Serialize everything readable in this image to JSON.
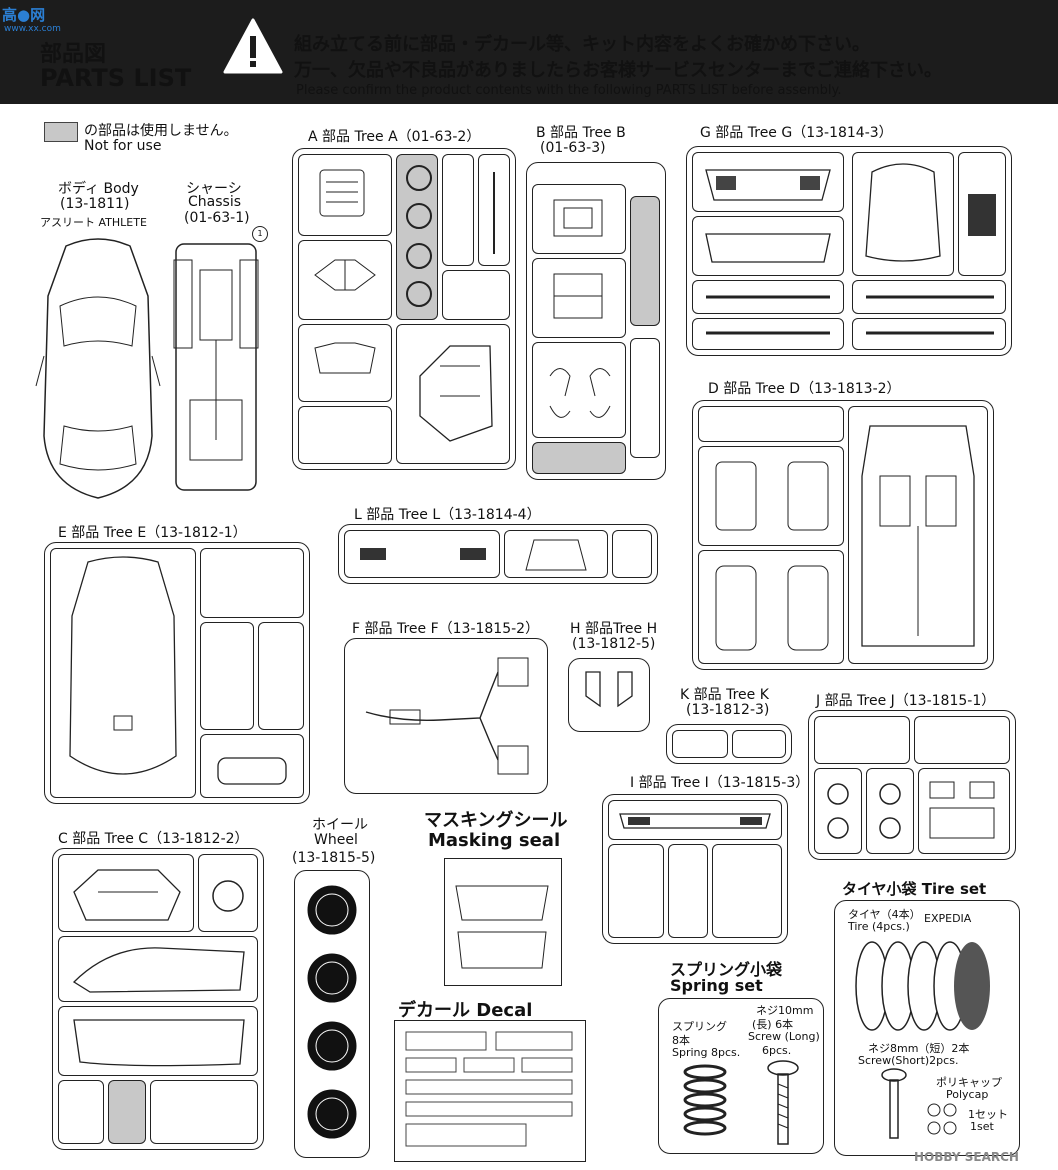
{
  "site": {
    "logo": "高●网",
    "logo_sub": "www.xx.com",
    "watermark": "HOBBY SEARCH"
  },
  "header": {
    "title_jp": "部品図",
    "title_en": "PARTS LIST",
    "warning_jp_1": "組み立てる前に部品・デカール等、キット内容をよくお確かめ下さい。",
    "warning_jp_2": "万一、欠品や不良品がありましたらお客様サービスセンターまでご連絡下さい。",
    "warning_en": "Please confirm the product contents with the following PARTS LIST before assembly."
  },
  "legend": {
    "jp": "の部品は使用しません。",
    "en": "Not for use"
  },
  "body": {
    "title": "ボディ Body",
    "code": "(13-1811)",
    "variant": "アスリート ATHLETE"
  },
  "chassis": {
    "title_jp": "シャーシ",
    "title_en": "Chassis",
    "code": "(01-63-1)",
    "part": "1"
  },
  "trees": {
    "a": {
      "title": "A 部品 Tree A（01-63-2）"
    },
    "b": {
      "title": "B 部品 Tree B",
      "code": "(01-63-3)"
    },
    "g": {
      "title": "G 部品 Tree G（13-1814-3）"
    },
    "d": {
      "title": "D 部品 Tree D（13-1813-2）"
    },
    "l": {
      "title": "L 部品 Tree L（13-1814-4）"
    },
    "e": {
      "title": "E 部品 Tree E（13-1812-1）"
    },
    "f": {
      "title": "F 部品 Tree F（13-1815-2）"
    },
    "h": {
      "title": "H 部品Tree H",
      "code": "(13-1812-5)"
    },
    "k": {
      "title": "K 部品 Tree K",
      "code": "(13-1812-3)"
    },
    "j": {
      "title": "J 部品 Tree J（13-1815-1）"
    },
    "i": {
      "title": "I 部品 Tree I（13-1815-3）"
    },
    "c": {
      "title": "C 部品 Tree C（13-1812-2）"
    }
  },
  "wheel": {
    "title_jp": "ホイール",
    "title_en": "Wheel",
    "code": "(13-1815-5)"
  },
  "masking": {
    "title_jp": "マスキングシール",
    "title_en": "Masking seal"
  },
  "decal": {
    "title": "デカール Decal"
  },
  "spring": {
    "title_jp": "スプリング小袋",
    "title_en": "Spring set",
    "spring_jp": "スプリング",
    "spring_qty": "8本",
    "spring_en": "Spring 8pcs.",
    "screw_jp": "ネジ10mm",
    "screw_qty": "(長) 6本",
    "screw_en": "Screw (Long)",
    "screw_pcs": "6pcs."
  },
  "tire": {
    "title": "タイヤ小袋 Tire set",
    "tire_jp": "タイヤ（4本）",
    "tire_brand": "EXPEDIA",
    "tire_en": "Tire (4pcs.)",
    "screw_jp": "ネジ8mm（短）2本",
    "screw_en": "Screw(Short)2pcs.",
    "poly_jp": "ポリキャップ",
    "poly_en": "Polycap",
    "set_jp": "1セット",
    "set_en": "1set"
  }
}
